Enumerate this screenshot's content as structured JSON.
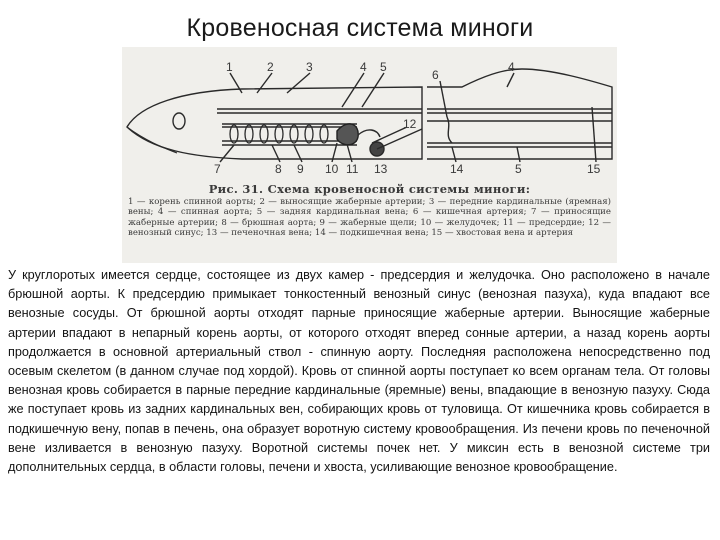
{
  "slide": {
    "title": "Кровеносная система миноги"
  },
  "figure": {
    "caption_title": "Рис. 31. Схема кровеносной системы миноги:",
    "caption_legend": "1 — корень спинной аорты; 2 — выносящие жаберные артерии; 3 — передние кардинальные (яремная) вены; 4 — спинная аорта; 5 — задняя кардинальная вена; 6 — кишечная артерия; 7 — приносящие жаберные артерии; 8 — брюшная аорта; 9 — жаберные щели; 10 — желудочек; 11 — предсердие; 12 — венозный синус; 13 — печеночная вена; 14 — подкишечная вена; 15 — хвостовая вена и артерия",
    "labels_head": [
      "1",
      "2",
      "3",
      "4",
      "5",
      "7",
      "8",
      "9",
      "10",
      "11",
      "12",
      "13"
    ],
    "labels_tail": [
      "6",
      "4",
      "14",
      "5",
      "15"
    ]
  },
  "body": {
    "text": "У круглоротых имеется сердце, состоящее из двух камер - предсердия и желудочка. Оно расположено в начале брюшной аорты. К предсердию примыкает тонкостенный венозный синус (венозная пазуха), куда впадают все венозные сосуды. От брюшной аорты отходят парные приносящие жаберные артерии. Выносящие жаберные артерии впадают в непарный корень аорты, от которого отходят вперед сонные артерии, а назад корень аорты продолжается в основной артериальный ствол - спинную аорту. Последняя расположена непосредственно под осевым скелетом (в данном случае под хордой). Кровь от спинной аорты поступает ко всем органам тела. От головы венозная кровь собирается в парные передние кардинальные (яремные) вены, впадающие в венозную пазуху. Сюда же поступает кровь из задних кардинальных вен, собирающих кровь от туловища. От кишечника кровь собирается в подкишечную вену, попав в печень, она образует воротную систему кровообращения. Из печени кровь по печеночной вене изливается в венозную пазуху. Воротной системы почек нет. У миксин есть в венозной системе три дополнительных сердца, в области головы, печени и хвоста, усиливающие венозное кровообращение."
  }
}
